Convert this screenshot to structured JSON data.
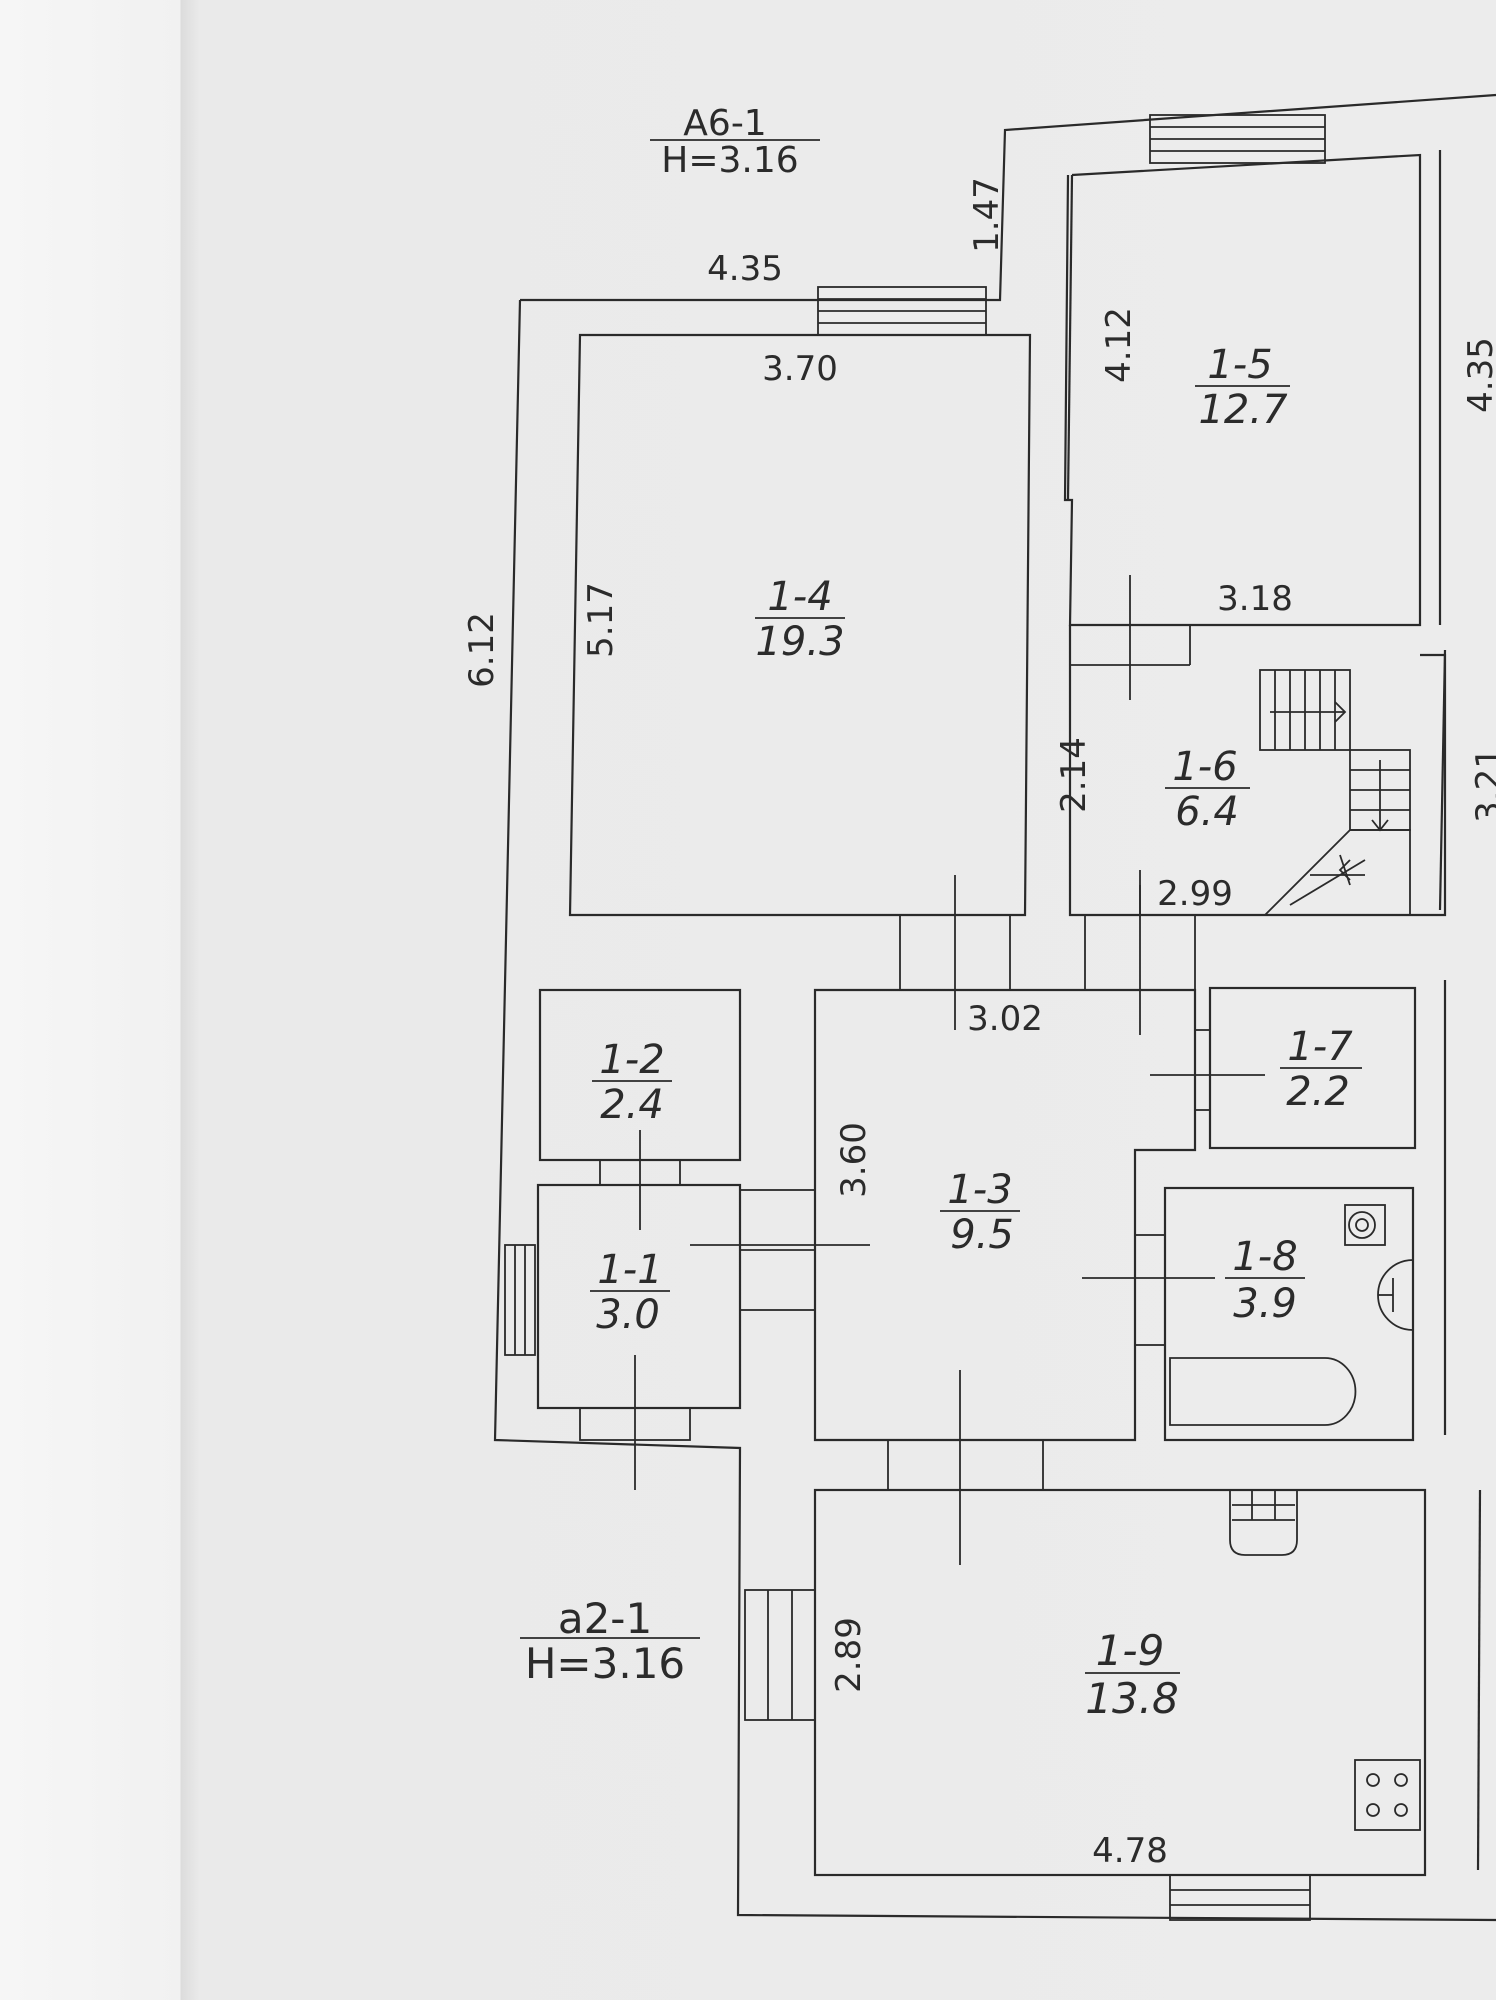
{
  "block_labels": {
    "main": {
      "name": "А6-1",
      "height": "Н=3.16"
    },
    "annex": {
      "name": "а2-1",
      "height": "Н=3.16"
    }
  },
  "dimensions": {
    "outer_width_top": "4.35",
    "outer_height_left": "6.12",
    "step_1_47": "1.47",
    "room_1_4_width": "3.70",
    "room_1_4_height": "5.17",
    "room_1_5_height": "4.12",
    "room_1_5_width": "3.18",
    "right_edge_4_35": "4.35",
    "room_1_6_height": "2.14",
    "room_1_6_width": "2.99",
    "right_edge_partial": "3.21",
    "room_1_3_width": "3.02",
    "room_1_3_height": "3.60",
    "room_1_9_height": "2.89",
    "room_1_9_width": "4.78"
  },
  "rooms": [
    {
      "id": "1-1",
      "area": "3.0"
    },
    {
      "id": "1-2",
      "area": "2.4"
    },
    {
      "id": "1-3",
      "area": "9.5"
    },
    {
      "id": "1-4",
      "area": "19.3"
    },
    {
      "id": "1-5",
      "area": "12.7"
    },
    {
      "id": "1-6",
      "area": "6.4"
    },
    {
      "id": "1-7",
      "area": "2.2"
    },
    {
      "id": "1-8",
      "area": "3.9"
    },
    {
      "id": "1-9",
      "area": "13.8"
    }
  ]
}
